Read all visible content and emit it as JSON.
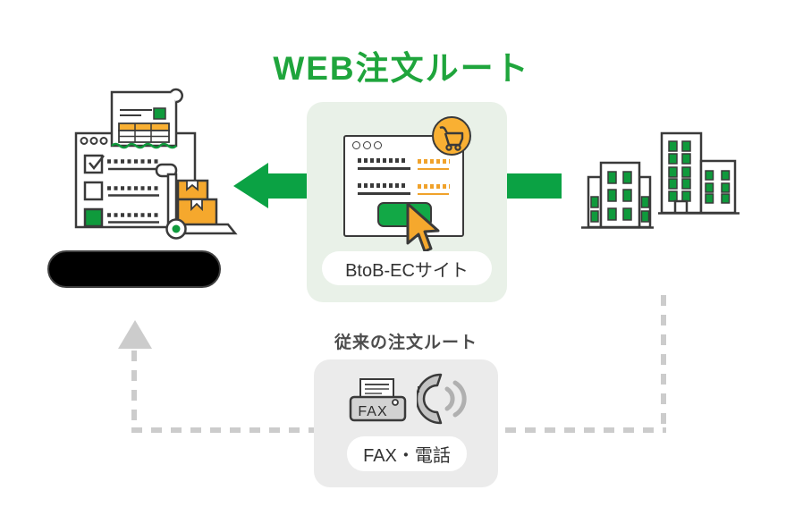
{
  "title": "WEB注文ルート",
  "web_route": {
    "site_label": "BtoB-ECサイト"
  },
  "legacy_route": {
    "heading": "従来の注文ルート",
    "label": "FAX・電話",
    "fax_text": "FAX"
  },
  "icons": [
    "receipt-icon",
    "order-checklist-icon",
    "hand-truck-icon",
    "package-boxes-icon",
    "browser-window-icon",
    "shopping-cart-icon",
    "cursor-icon",
    "office-buildings-icon",
    "fax-icon",
    "phone-icon",
    "left-arrow-icon",
    "up-arrow-icon"
  ],
  "colors": {
    "title_green": "#1fa53c",
    "arrow_green": "#0ba244",
    "button_green": "#12a846",
    "window_green": "#0f9a3c",
    "ec_card_bg": "#e9f1e8",
    "orange": "#f5a82d",
    "badge_orange": "#f9b033",
    "outline_dark": "#3a3a3a",
    "legacy_card_bg": "#ebebeb",
    "dash_gray": "#cccccc",
    "black_pill": "#000000"
  }
}
